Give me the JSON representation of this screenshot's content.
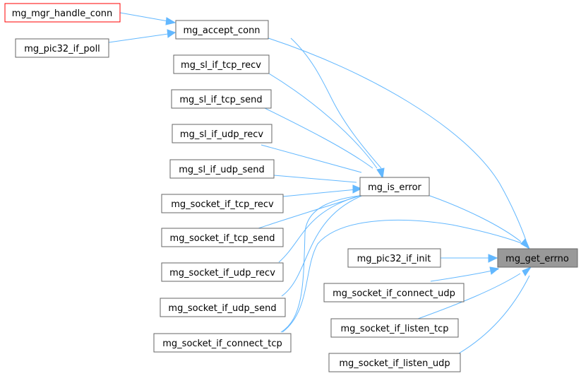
{
  "graph": {
    "colors": {
      "edge": "#63b8ff",
      "node_border": "#666666",
      "root_border": "#ff0000",
      "focus_fill": "#999999",
      "background": "#ffffff"
    },
    "nodes": [
      {
        "id": "mg_mgr_handle_conn",
        "label": "mg_mgr_handle_conn",
        "style": "root"
      },
      {
        "id": "mg_pic32_if_poll",
        "label": "mg_pic32_if_poll",
        "style": "normal"
      },
      {
        "id": "mg_accept_conn",
        "label": "mg_accept_conn",
        "style": "normal"
      },
      {
        "id": "mg_sl_if_tcp_recv",
        "label": "mg_sl_if_tcp_recv",
        "style": "normal"
      },
      {
        "id": "mg_sl_if_tcp_send",
        "label": "mg_sl_if_tcp_send",
        "style": "normal"
      },
      {
        "id": "mg_sl_if_udp_recv",
        "label": "mg_sl_if_udp_recv",
        "style": "normal"
      },
      {
        "id": "mg_sl_if_udp_send",
        "label": "mg_sl_if_udp_send",
        "style": "normal"
      },
      {
        "id": "mg_socket_if_tcp_recv",
        "label": "mg_socket_if_tcp_recv",
        "style": "normal"
      },
      {
        "id": "mg_socket_if_tcp_send",
        "label": "mg_socket_if_tcp_send",
        "style": "normal"
      },
      {
        "id": "mg_socket_if_udp_recv",
        "label": "mg_socket_if_udp_recv",
        "style": "normal"
      },
      {
        "id": "mg_socket_if_udp_send",
        "label": "mg_socket_if_udp_send",
        "style": "normal"
      },
      {
        "id": "mg_socket_if_connect_tcp",
        "label": "mg_socket_if_connect_tcp",
        "style": "normal"
      },
      {
        "id": "mg_is_error",
        "label": "mg_is_error",
        "style": "normal"
      },
      {
        "id": "mg_pic32_if_init",
        "label": "mg_pic32_if_init",
        "style": "normal"
      },
      {
        "id": "mg_socket_if_connect_udp",
        "label": "mg_socket_if_connect_udp",
        "style": "normal"
      },
      {
        "id": "mg_socket_if_listen_tcp",
        "label": "mg_socket_if_listen_tcp",
        "style": "normal"
      },
      {
        "id": "mg_socket_if_listen_udp",
        "label": "mg_socket_if_listen_udp",
        "style": "normal"
      },
      {
        "id": "mg_get_errno",
        "label": "mg_get_errno",
        "style": "focus"
      }
    ],
    "edges": [
      {
        "from": "mg_mgr_handle_conn",
        "to": "mg_accept_conn"
      },
      {
        "from": "mg_pic32_if_poll",
        "to": "mg_accept_conn"
      },
      {
        "from": "mg_accept_conn",
        "to": "mg_is_error"
      },
      {
        "from": "mg_accept_conn",
        "to": "mg_get_errno"
      },
      {
        "from": "mg_sl_if_tcp_recv",
        "to": "mg_is_error"
      },
      {
        "from": "mg_sl_if_tcp_send",
        "to": "mg_is_error"
      },
      {
        "from": "mg_sl_if_udp_recv",
        "to": "mg_is_error"
      },
      {
        "from": "mg_sl_if_udp_send",
        "to": "mg_is_error"
      },
      {
        "from": "mg_socket_if_tcp_recv",
        "to": "mg_is_error"
      },
      {
        "from": "mg_socket_if_tcp_send",
        "to": "mg_is_error"
      },
      {
        "from": "mg_socket_if_udp_recv",
        "to": "mg_is_error"
      },
      {
        "from": "mg_socket_if_udp_send",
        "to": "mg_is_error"
      },
      {
        "from": "mg_socket_if_connect_tcp",
        "to": "mg_is_error"
      },
      {
        "from": "mg_socket_if_connect_tcp",
        "to": "mg_get_errno"
      },
      {
        "from": "mg_is_error",
        "to": "mg_get_errno"
      },
      {
        "from": "mg_pic32_if_init",
        "to": "mg_get_errno"
      },
      {
        "from": "mg_socket_if_connect_udp",
        "to": "mg_get_errno"
      },
      {
        "from": "mg_socket_if_listen_tcp",
        "to": "mg_get_errno"
      },
      {
        "from": "mg_socket_if_listen_udp",
        "to": "mg_get_errno"
      }
    ]
  }
}
